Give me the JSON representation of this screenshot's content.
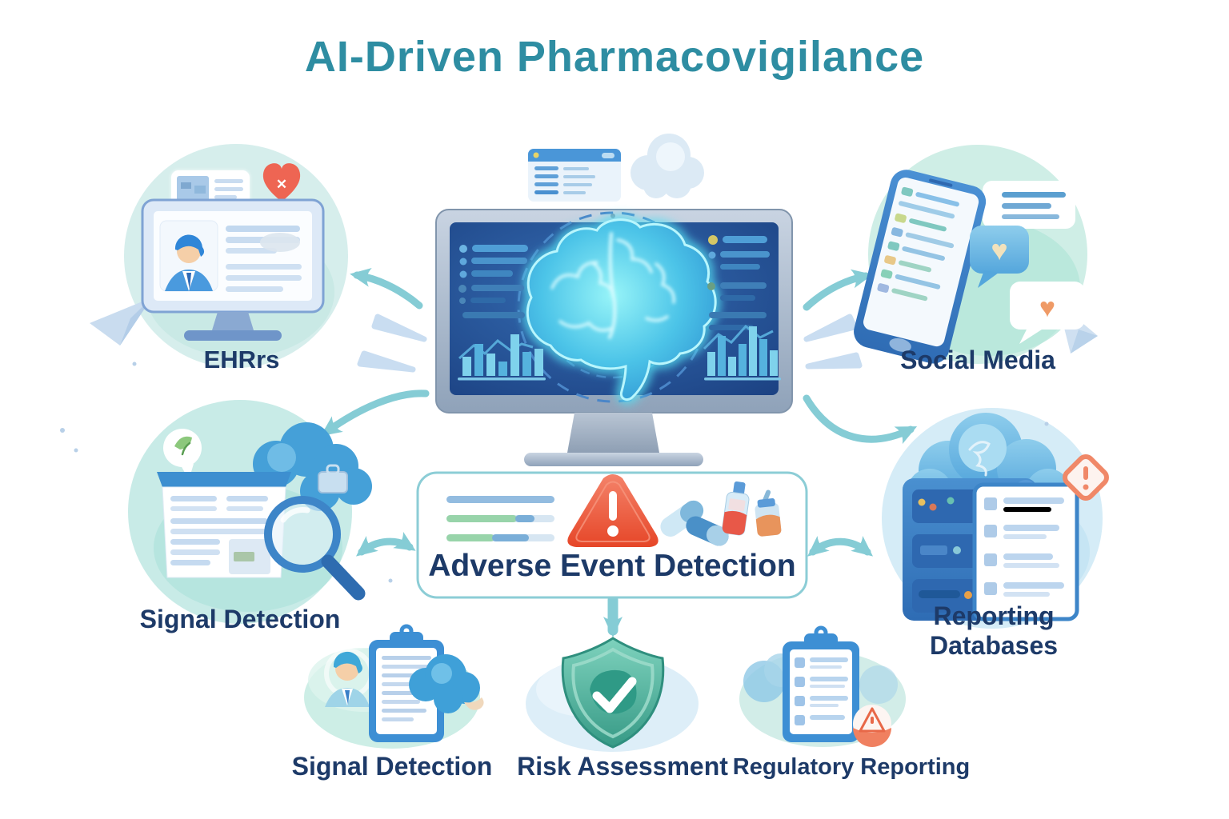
{
  "title": "AI-Driven Pharmacovigilance",
  "nodes": {
    "ehrs": {
      "label": "EHRrs"
    },
    "social_media": {
      "label": "Social Media"
    },
    "signal_detection": {
      "label": "Signal Detection"
    },
    "reporting_databases": {
      "label": "Reporting Databases"
    },
    "adverse_event_detection": {
      "label": "Adverse Event Detection"
    },
    "signal_detection_bottom": {
      "label": "Signal Detection"
    },
    "risk_assessment": {
      "label": "Risk Assessment"
    },
    "regulatory_reporting": {
      "label": "Regulatory Reporting"
    }
  },
  "glyphs": {
    "heart": "♥",
    "cross": "✕"
  },
  "icons": {
    "center": "ai-brain-monitor-icon",
    "ehrs": "patient-record-monitor-icon",
    "social_media": "smartphone-chat-icon",
    "signal_detection": "document-magnifier-icon",
    "reporting_databases": "server-cloud-checklist-icon",
    "adverse_event": "warning-triangle-pills-icon",
    "signal_detection_bottom": "analyst-clipboard-icon",
    "risk_assessment": "shield-check-icon",
    "regulatory_reporting": "clipboard-alert-icon"
  },
  "colors": {
    "title": "#2E8DA2",
    "label": "#1D3A68",
    "arrow": "#85CCD5",
    "alert_red": "#E94F35",
    "shield_green": "#45AD99",
    "primary_blue": "#3D85C8",
    "node_teal_bg": "#CDEBE7",
    "node_blue_bg": "#D5ECF7"
  }
}
